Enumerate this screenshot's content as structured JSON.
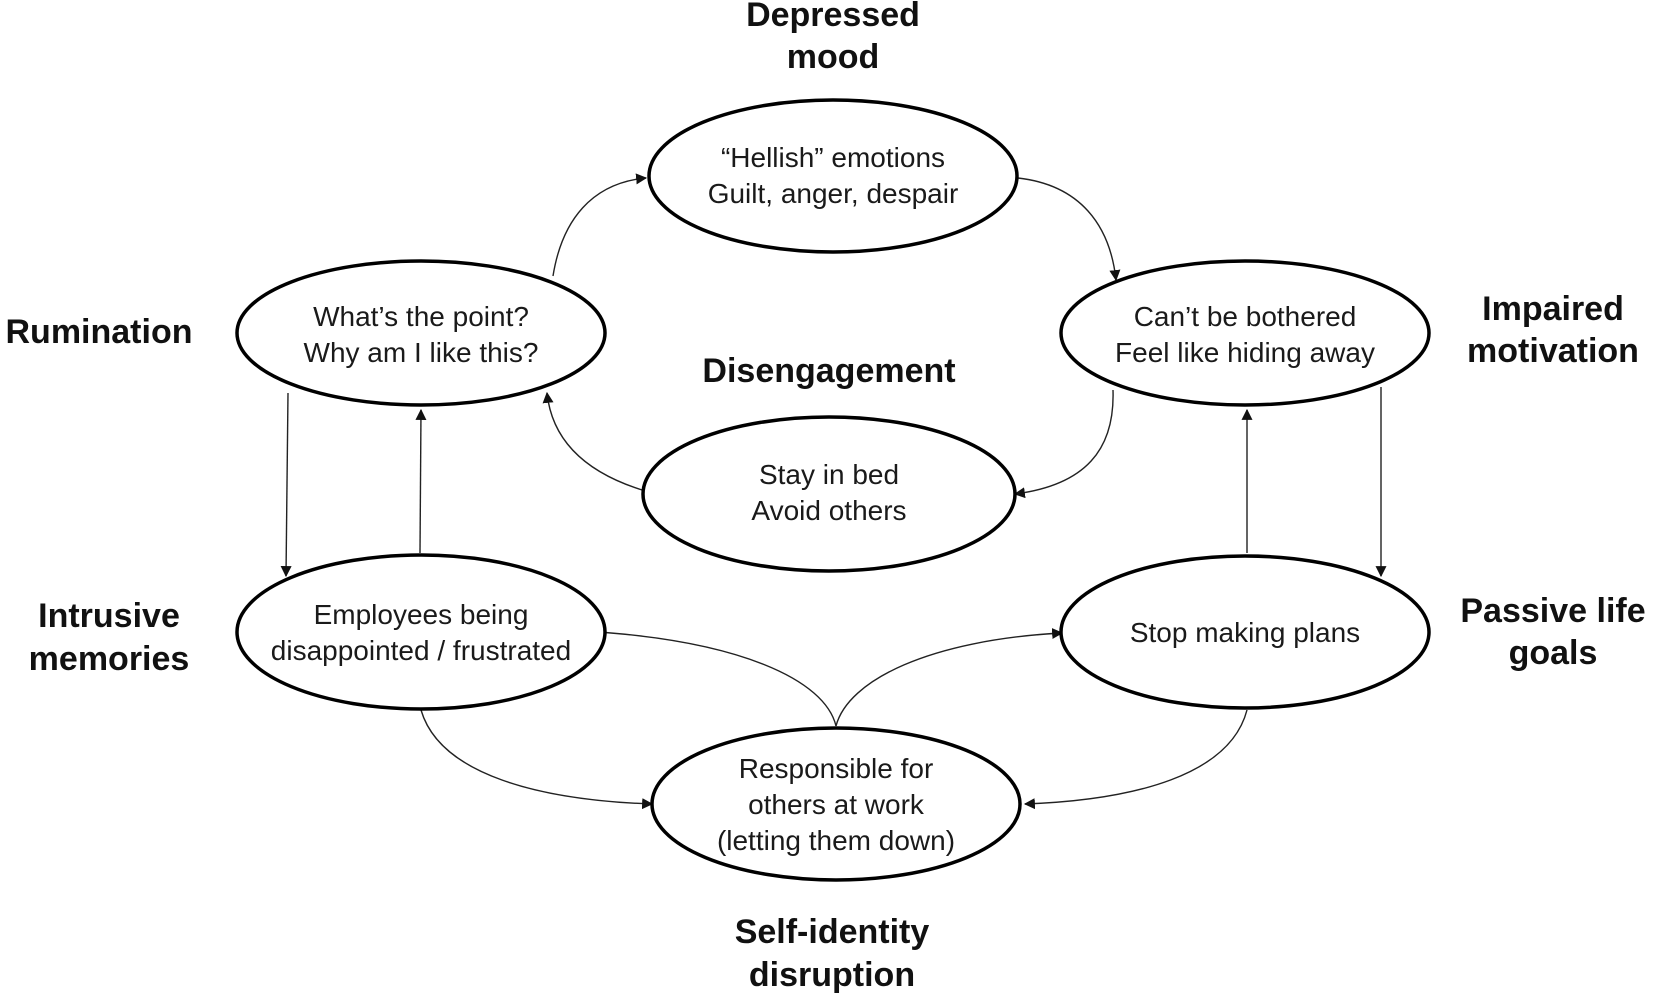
{
  "colors": {
    "stroke": "#000000",
    "text": "#1a1a1a",
    "background": "#ffffff"
  },
  "nodes": {
    "depressed_mood": {
      "lines": [
        "“Hellish” emotions",
        "Guilt, anger, despair"
      ]
    },
    "impaired_motivation": {
      "lines": [
        "Can’t be bothered",
        "Feel like hiding away"
      ]
    },
    "passive_life_goals": {
      "lines": [
        "Stop making plans"
      ]
    },
    "self_identity": {
      "lines": [
        "Responsible for",
        "others at work",
        "(letting them down)"
      ]
    },
    "intrusive_memories": {
      "lines": [
        "Employees being",
        "disappointed / frustrated"
      ]
    },
    "rumination": {
      "lines": [
        "What’s the point?",
        "Why am I like this?"
      ]
    },
    "disengagement": {
      "lines": [
        "Stay in bed",
        "Avoid others"
      ]
    }
  },
  "labels": {
    "depressed_mood": [
      "Depressed",
      "mood"
    ],
    "impaired_motivation": [
      "Impaired",
      "motivation"
    ],
    "passive_life_goals": [
      "Passive life",
      "goals"
    ],
    "self_identity": [
      "Self-identity",
      "disruption"
    ],
    "intrusive_memories": [
      "Intrusive",
      "memories"
    ],
    "rumination": [
      "Rumination"
    ],
    "disengagement": [
      "Disengagement"
    ]
  }
}
